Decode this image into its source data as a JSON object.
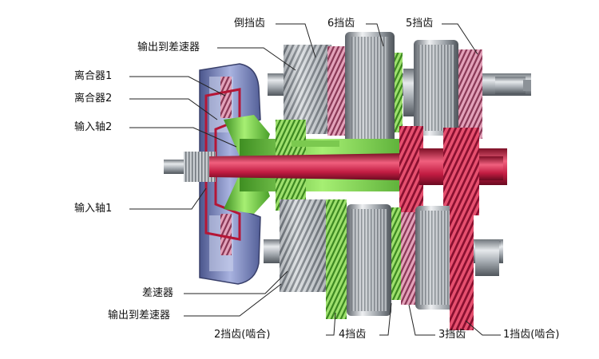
{
  "labels": {
    "reverse_gear": "倒挡齿",
    "gear6": "6挡齿",
    "gear5": "5挡齿",
    "output_to_diff_top": "输出到差速器",
    "clutch1": "离合器1",
    "clutch2": "离合器2",
    "input_shaft2": "输入轴2",
    "input_shaft1": "输入轴1",
    "differential": "差速器",
    "output_to_diff_bottom": "输出到差速器",
    "gear2": "2挡齿(啮合)",
    "gear4": "4挡齿",
    "gear3": "3挡齿",
    "gear1": "1挡齿(啮合)"
  },
  "colors": {
    "input_shaft1": "#d0234a",
    "input_shaft2": "#6ad040",
    "steel": "#aeb4ba",
    "clutch_housing": "#7b86b8",
    "gear_pink": "#c96a8c",
    "leader_line": "#222222"
  }
}
